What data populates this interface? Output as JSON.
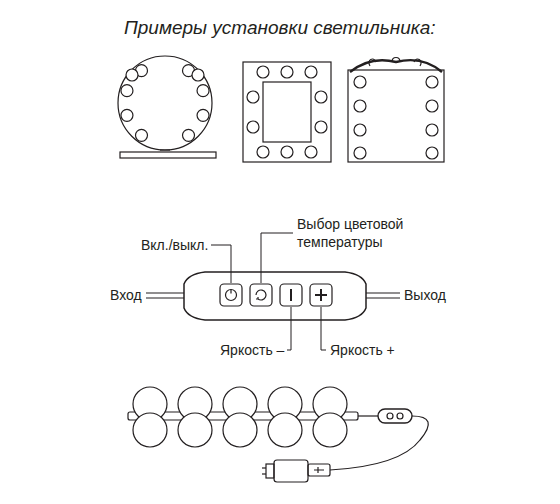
{
  "diagram": {
    "title": "Примеры установки светильника:",
    "labels": [
      "Вкл./выкл.",
      "Выбор цветовой температуры",
      "Вход",
      "Выход",
      "Яркость –",
      "Яркость +"
    ]
  }
}
